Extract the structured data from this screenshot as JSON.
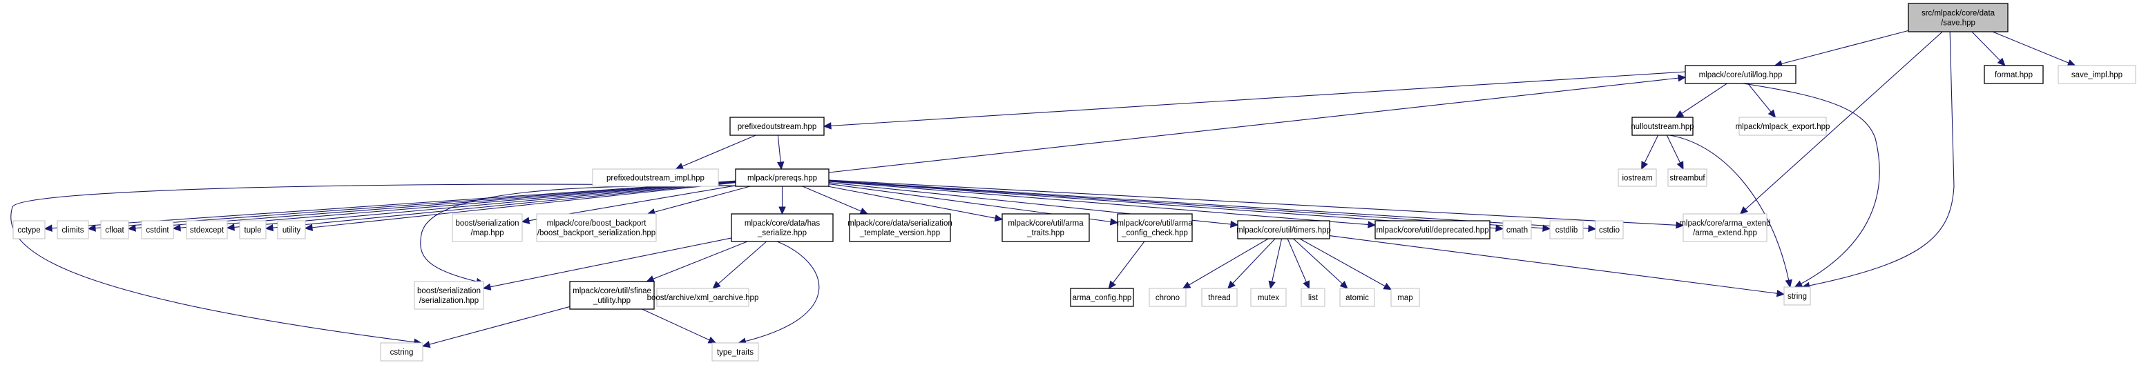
{
  "title": "src/mlpack/core/data/save.hpp include dependency graph",
  "colors": {
    "edge": "#191970",
    "root_fill": "#bfbfbf",
    "documented_border": "#000000",
    "external_border": "#bfbfbf",
    "background": "#ffffff"
  },
  "nodes": [
    {
      "id": "save",
      "lines": [
        "src/mlpack/core/data",
        "/save.hpp"
      ],
      "kind": "root"
    },
    {
      "id": "log",
      "lines": [
        "mlpack/core/util/log.hpp"
      ],
      "kind": "doc"
    },
    {
      "id": "format",
      "lines": [
        "format.hpp"
      ],
      "kind": "doc"
    },
    {
      "id": "save_impl",
      "lines": [
        "save_impl.hpp"
      ],
      "kind": "ext"
    },
    {
      "id": "prefixed",
      "lines": [
        "prefixedoutstream.hpp"
      ],
      "kind": "doc"
    },
    {
      "id": "nullout",
      "lines": [
        "nulloutstream.hpp"
      ],
      "kind": "doc"
    },
    {
      "id": "export",
      "lines": [
        "mlpack/mlpack_export.hpp"
      ],
      "kind": "ext"
    },
    {
      "id": "prefixed_impl",
      "lines": [
        "prefixedoutstream_impl.hpp"
      ],
      "kind": "ext"
    },
    {
      "id": "prereqs",
      "lines": [
        "mlpack/prereqs.hpp"
      ],
      "kind": "doc"
    },
    {
      "id": "iostream",
      "lines": [
        "iostream"
      ],
      "kind": "ext"
    },
    {
      "id": "streambuf",
      "lines": [
        "streambuf"
      ],
      "kind": "ext"
    },
    {
      "id": "cctype",
      "lines": [
        "cctype"
      ],
      "kind": "ext"
    },
    {
      "id": "climits",
      "lines": [
        "climits"
      ],
      "kind": "ext"
    },
    {
      "id": "cfloat",
      "lines": [
        "cfloat"
      ],
      "kind": "ext"
    },
    {
      "id": "cstdint",
      "lines": [
        "cstdint"
      ],
      "kind": "ext"
    },
    {
      "id": "stdexcept",
      "lines": [
        "stdexcept"
      ],
      "kind": "ext"
    },
    {
      "id": "tuple",
      "lines": [
        "tuple"
      ],
      "kind": "ext"
    },
    {
      "id": "utility",
      "lines": [
        "utility"
      ],
      "kind": "ext"
    },
    {
      "id": "bmap",
      "lines": [
        "boost/serialization",
        "/map.hpp"
      ],
      "kind": "ext"
    },
    {
      "id": "backport",
      "lines": [
        "mlpack/core/boost_backport",
        "/boost_backport_serialization.hpp"
      ],
      "kind": "ext"
    },
    {
      "id": "has_ser",
      "lines": [
        "mlpack/core/data/has",
        "_serialize.hpp"
      ],
      "kind": "doc"
    },
    {
      "id": "ser_tmpl",
      "lines": [
        "mlpack/core/data/serialization",
        "_template_version.hpp"
      ],
      "kind": "doc"
    },
    {
      "id": "arma_traits",
      "lines": [
        "mlpack/core/util/arma",
        "_traits.hpp"
      ],
      "kind": "doc"
    },
    {
      "id": "arma_cfg_chk",
      "lines": [
        "mlpack/core/util/arma",
        "_config_check.hpp"
      ],
      "kind": "doc"
    },
    {
      "id": "timers",
      "lines": [
        "mlpack/core/util/timers.hpp"
      ],
      "kind": "doc"
    },
    {
      "id": "deprecated",
      "lines": [
        "mlpack/core/util/deprecated.hpp"
      ],
      "kind": "doc"
    },
    {
      "id": "cmath",
      "lines": [
        "cmath"
      ],
      "kind": "ext"
    },
    {
      "id": "cstdlib",
      "lines": [
        "cstdlib"
      ],
      "kind": "ext"
    },
    {
      "id": "cstdio",
      "lines": [
        "cstdio"
      ],
      "kind": "ext"
    },
    {
      "id": "arma_extend",
      "lines": [
        "mlpack/core/arma_extend",
        "/arma_extend.hpp"
      ],
      "kind": "ext"
    },
    {
      "id": "bser",
      "lines": [
        "boost/serialization",
        "/serialization.hpp"
      ],
      "kind": "ext"
    },
    {
      "id": "sfinae",
      "lines": [
        "mlpack/core/util/sfinae",
        "_utility.hpp"
      ],
      "kind": "doc"
    },
    {
      "id": "xml",
      "lines": [
        "boost/archive/xml_oarchive.hpp"
      ],
      "kind": "ext"
    },
    {
      "id": "arma_config",
      "lines": [
        "arma_config.hpp"
      ],
      "kind": "doc"
    },
    {
      "id": "chrono",
      "lines": [
        "chrono"
      ],
      "kind": "ext"
    },
    {
      "id": "thread",
      "lines": [
        "thread"
      ],
      "kind": "ext"
    },
    {
      "id": "mutex",
      "lines": [
        "mutex"
      ],
      "kind": "ext"
    },
    {
      "id": "list",
      "lines": [
        "list"
      ],
      "kind": "ext"
    },
    {
      "id": "atomic",
      "lines": [
        "atomic"
      ],
      "kind": "ext"
    },
    {
      "id": "map",
      "lines": [
        "map"
      ],
      "kind": "ext"
    },
    {
      "id": "string",
      "lines": [
        "string"
      ],
      "kind": "ext"
    },
    {
      "id": "cstring",
      "lines": [
        "cstring"
      ],
      "kind": "ext"
    },
    {
      "id": "type_traits",
      "lines": [
        "type_traits"
      ],
      "kind": "ext"
    }
  ],
  "edges": [
    [
      "save",
      "log"
    ],
    [
      "save",
      "format"
    ],
    [
      "save",
      "save_impl"
    ],
    [
      "save",
      "arma_extend"
    ],
    [
      "save",
      "string"
    ],
    [
      "log",
      "prefixed"
    ],
    [
      "log",
      "nullout"
    ],
    [
      "log",
      "export"
    ],
    [
      "log",
      "string"
    ],
    [
      "prefixed",
      "prefixed_impl"
    ],
    [
      "prefixed",
      "prereqs"
    ],
    [
      "prereqs",
      "log"
    ],
    [
      "nullout",
      "iostream"
    ],
    [
      "nullout",
      "streambuf"
    ],
    [
      "nullout",
      "string"
    ],
    [
      "prereqs",
      "cctype"
    ],
    [
      "prereqs",
      "climits"
    ],
    [
      "prereqs",
      "cfloat"
    ],
    [
      "prereqs",
      "cstdint"
    ],
    [
      "prereqs",
      "stdexcept"
    ],
    [
      "prereqs",
      "tuple"
    ],
    [
      "prereqs",
      "utility"
    ],
    [
      "prereqs",
      "bmap"
    ],
    [
      "prereqs",
      "backport"
    ],
    [
      "prereqs",
      "has_ser"
    ],
    [
      "prereqs",
      "ser_tmpl"
    ],
    [
      "prereqs",
      "arma_traits"
    ],
    [
      "prereqs",
      "arma_cfg_chk"
    ],
    [
      "prereqs",
      "timers"
    ],
    [
      "prereqs",
      "deprecated"
    ],
    [
      "prereqs",
      "cmath"
    ],
    [
      "prereqs",
      "cstdlib"
    ],
    [
      "prereqs",
      "cstdio"
    ],
    [
      "prereqs",
      "arma_extend"
    ],
    [
      "prereqs",
      "bser"
    ],
    [
      "prereqs",
      "cstring"
    ],
    [
      "has_ser",
      "bser"
    ],
    [
      "has_ser",
      "sfinae"
    ],
    [
      "has_ser",
      "xml"
    ],
    [
      "has_ser",
      "type_traits"
    ],
    [
      "sfinae",
      "cstring"
    ],
    [
      "sfinae",
      "type_traits"
    ],
    [
      "arma_cfg_chk",
      "arma_config"
    ],
    [
      "timers",
      "chrono"
    ],
    [
      "timers",
      "thread"
    ],
    [
      "timers",
      "mutex"
    ],
    [
      "timers",
      "list"
    ],
    [
      "timers",
      "atomic"
    ],
    [
      "timers",
      "map"
    ],
    [
      "timers",
      "string"
    ]
  ]
}
